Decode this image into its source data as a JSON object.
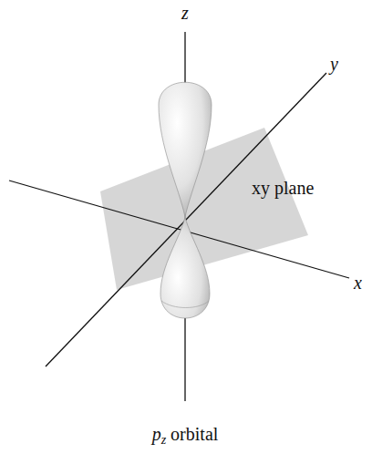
{
  "diagram": {
    "labels": [
      "z",
      "y",
      "xy plane",
      "x",
      "p",
      "z",
      "orbital"
    ]
  }
}
